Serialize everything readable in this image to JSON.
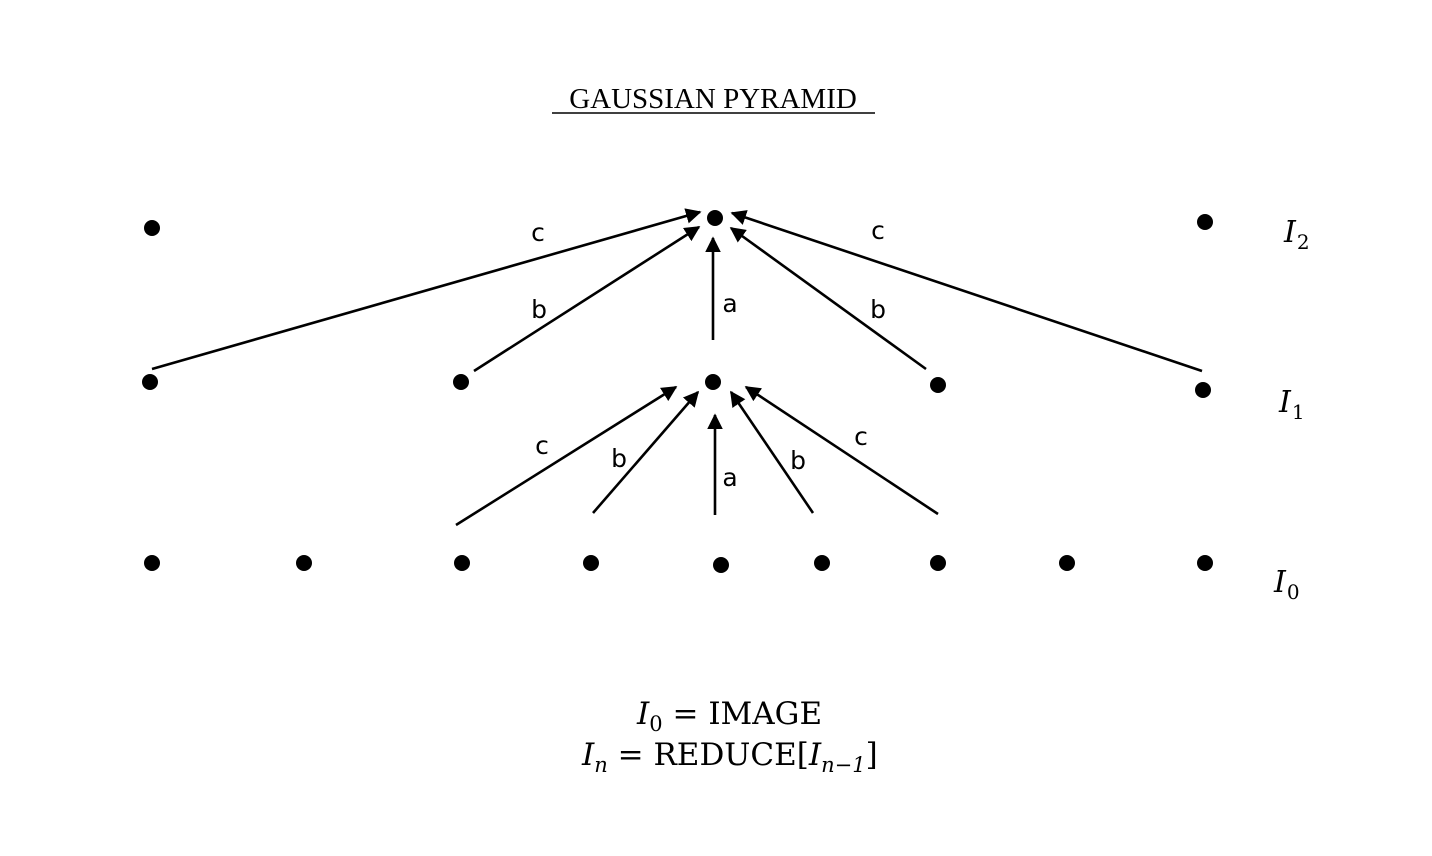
{
  "title": "GAUSSIAN PYRAMID",
  "levels": {
    "I2": {
      "base": "I",
      "sub": "2"
    },
    "I1": {
      "base": "I",
      "sub": "1"
    },
    "I0": {
      "base": "I",
      "sub": "0"
    }
  },
  "weights": {
    "top": {
      "c_left": "c",
      "b_left": "b",
      "a": "a",
      "b_right": "b",
      "c_right": "c"
    },
    "bottom": {
      "c_left": "c",
      "b_left": "b",
      "a": "a",
      "b_right": "b",
      "c_right": "c"
    }
  },
  "equations": {
    "line1": {
      "base": "I",
      "sub": "0",
      "op": " = ",
      "rhs": "IMAGE"
    },
    "line2": {
      "base": "I",
      "sub": "n",
      "op": " = ",
      "rhs": "REDUCE[",
      "inner_base": "I",
      "inner_sub": "n−1",
      "close": "]"
    }
  }
}
